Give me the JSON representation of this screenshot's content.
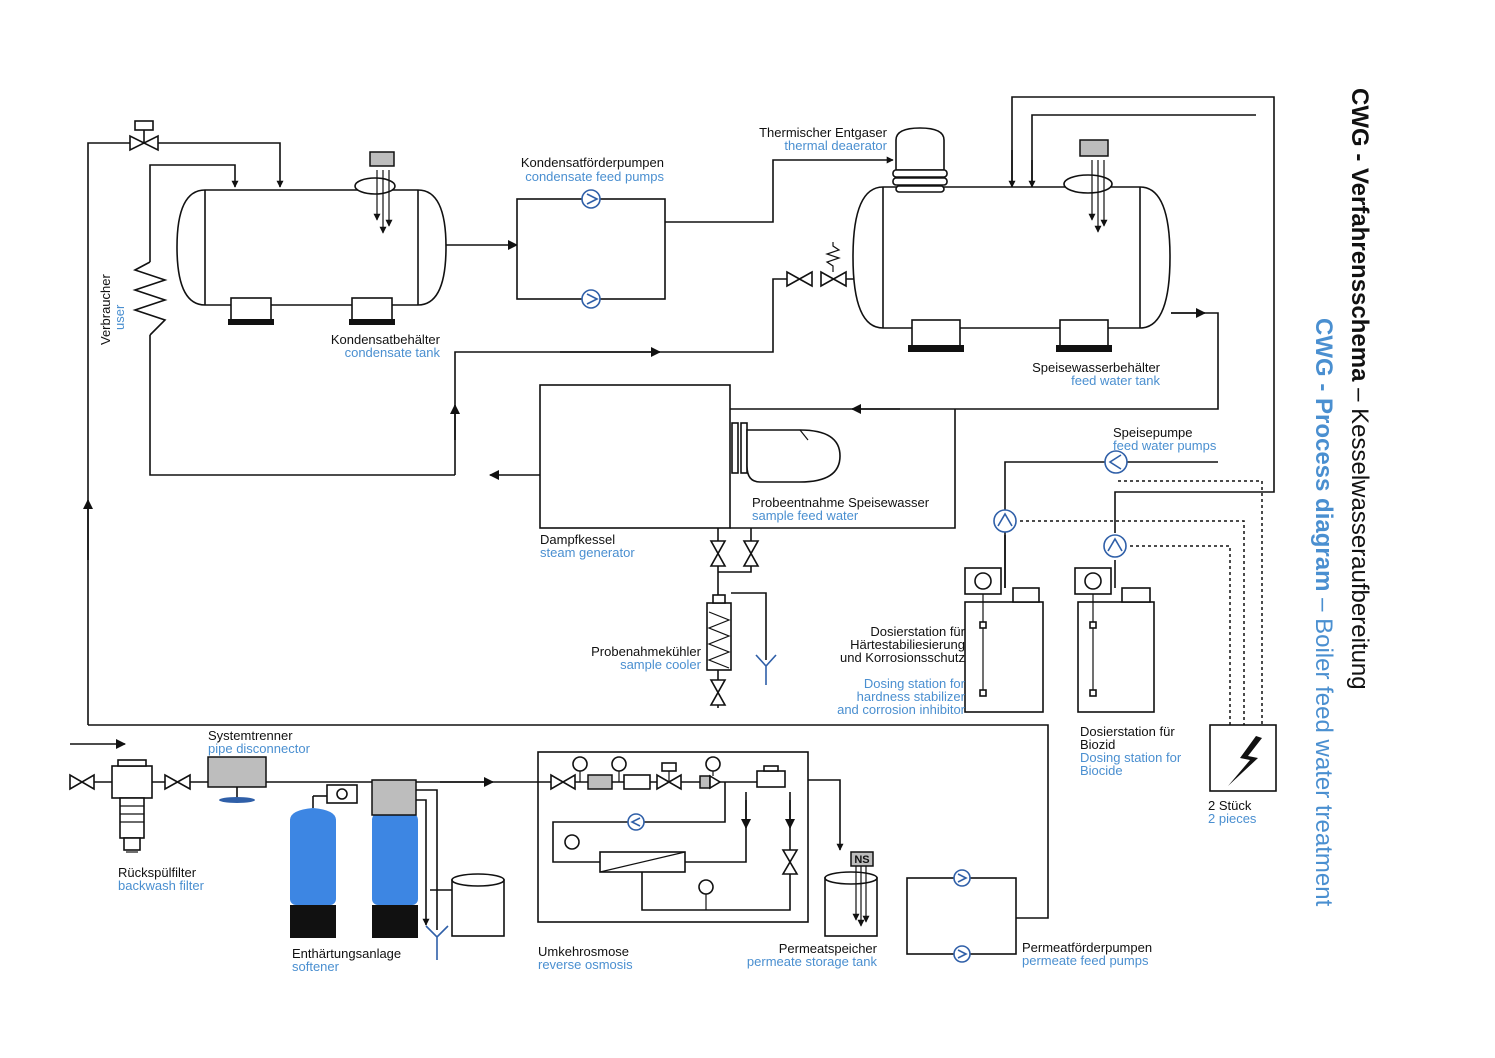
{
  "title": {
    "main_bold": "CWG - Verfahrensschema",
    "main_sep": " – ",
    "main_rest": "Kesselwasseraufbereitung",
    "sub_bold": "CWG - Process diagram",
    "sub_sep": " – ",
    "sub_rest": "Boiler feed water treatment"
  },
  "labels": {
    "user_de": "Verbraucher",
    "user_en": "user",
    "condensate_tank_de": "Kondensatbehälter",
    "condensate_tank_en": "condensate tank",
    "condensate_pumps_de": "Kondensatförderpumpen",
    "condensate_pumps_en": "condensate feed pumps",
    "deaerator_de": "Thermischer Entgaser",
    "deaerator_en": "thermal deaerator",
    "feed_tank_de": "Speisewasserbehälter",
    "feed_tank_en": "feed water tank",
    "feed_pumps_de": "Speisepumpe",
    "feed_pumps_en": "feed water pumps",
    "sample_de": "Probeentnahme Speisewasser",
    "sample_en": "sample feed water",
    "steam_gen_de": "Dampfkessel",
    "steam_gen_en": "steam generator",
    "cooler_de": "Probenahmekühler",
    "cooler_en": "sample cooler",
    "dosing1_de_1": "Dosierstation für",
    "dosing1_de_2": "Härtestabiliesierung",
    "dosing1_de_3": "und Korrosionsschutz",
    "dosing1_en_1": "Dosing station for",
    "dosing1_en_2": "hardness stabilizer",
    "dosing1_en_3": "and corrosion inhibitor",
    "dosing2_de_1": "Dosierstation für",
    "dosing2_de_2": "Biozid",
    "dosing2_en_1": "Dosing station for",
    "dosing2_en_2": "Biocide",
    "pieces_de": "2 Stück",
    "pieces_en": "2 pieces",
    "disconnector_de": "Systemtrenner",
    "disconnector_en": "pipe disconnector",
    "backwash_de": "Rückspülfilter",
    "backwash_en": "backwash filter",
    "softener_de": "Enthärtungsanlage",
    "softener_en": "softener",
    "ro_de": "Umkehrosmose",
    "ro_en": "reverse osmosis",
    "permeate_tank_de": "Permeatspeicher",
    "permeate_tank_en": "permeate storage tank",
    "permeate_pumps_de": "Permeatförderpumpen",
    "permeate_pumps_en": "permeate feed pumps",
    "level_switch": "NS"
  },
  "colors": {
    "line": "#111111",
    "label_blue": "#4a8fd0",
    "pump_blue": "#2f5fa8",
    "softener_blue": "#3d86e3",
    "equipment_grey": "#bdbdbd"
  }
}
